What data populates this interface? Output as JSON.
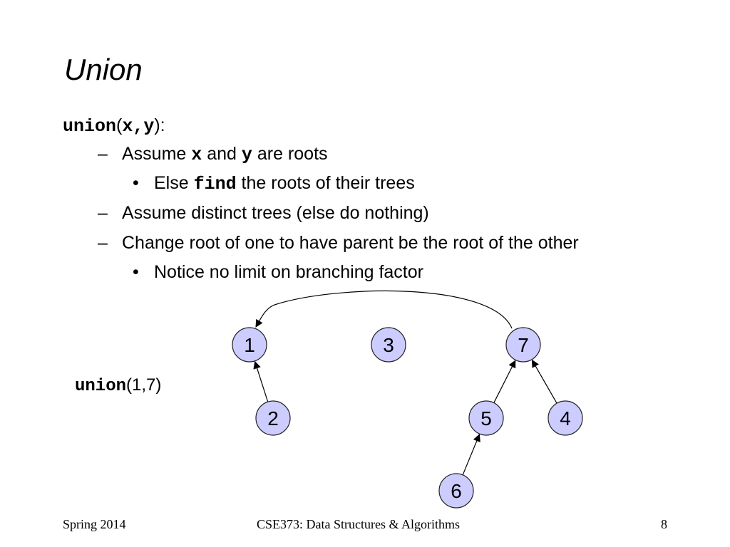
{
  "slide": {
    "title": "Union",
    "lines": {
      "sig_fn": "union",
      "sig_open": "(",
      "sig_args": "x,y",
      "sig_close": "):",
      "l1_a": "Assume ",
      "l1_x": "x",
      "l1_b": " and ",
      "l1_y": "y",
      "l1_c": " are roots",
      "l2_a": "Else ",
      "l2_find": "find",
      "l2_b": " the roots of their trees",
      "l3": "Assume distinct trees (else do nothing)",
      "l4": "Change root of one to have parent be the root of the other",
      "l5": "Notice no limit on branching factor",
      "dash": "–",
      "bullet": "•"
    },
    "call": {
      "fn": "union",
      "args": "(1,7)"
    }
  },
  "diagram": {
    "node_fill": "#ccccff",
    "node_stroke": "#222222",
    "nodes": [
      {
        "id": "1",
        "label": "1"
      },
      {
        "id": "3",
        "label": "3"
      },
      {
        "id": "7",
        "label": "7"
      },
      {
        "id": "2",
        "label": "2"
      },
      {
        "id": "5",
        "label": "5"
      },
      {
        "id": "4",
        "label": "4"
      },
      {
        "id": "6",
        "label": "6"
      }
    ],
    "edges": [
      {
        "from": "2",
        "to": "1"
      },
      {
        "from": "5",
        "to": "7"
      },
      {
        "from": "4",
        "to": "7"
      },
      {
        "from": "6",
        "to": "5"
      },
      {
        "from": "7",
        "to": "1",
        "curved": true
      }
    ]
  },
  "footer": {
    "left": "Spring 2014",
    "center": "CSE373: Data Structures & Algorithms",
    "right": "8"
  }
}
